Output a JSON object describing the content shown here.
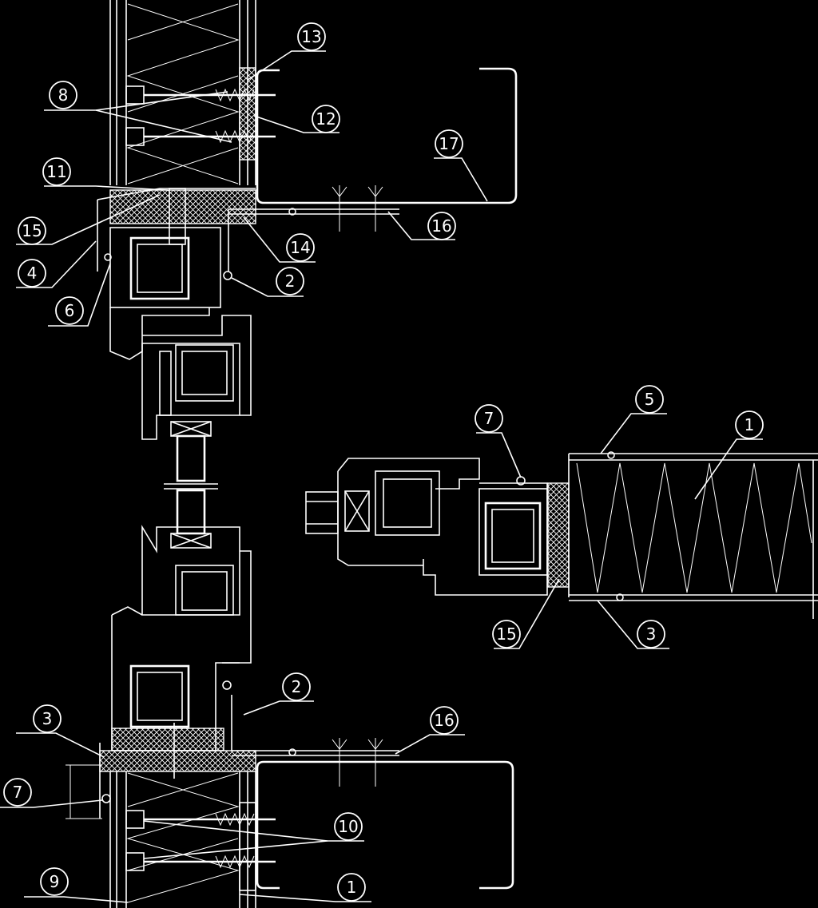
{
  "callouts": [
    {
      "id": "c13",
      "label": "13"
    },
    {
      "id": "c8",
      "label": "8"
    },
    {
      "id": "c12",
      "label": "12"
    },
    {
      "id": "c17",
      "label": "17"
    },
    {
      "id": "c11",
      "label": "11"
    },
    {
      "id": "c15a",
      "label": "15"
    },
    {
      "id": "c16a",
      "label": "16"
    },
    {
      "id": "c14",
      "label": "14"
    },
    {
      "id": "c4",
      "label": "4"
    },
    {
      "id": "c2a",
      "label": "2"
    },
    {
      "id": "c6",
      "label": "6"
    },
    {
      "id": "c5",
      "label": "5"
    },
    {
      "id": "c7a",
      "label": "7"
    },
    {
      "id": "c1a",
      "label": "1"
    },
    {
      "id": "c15b",
      "label": "15"
    },
    {
      "id": "c3a",
      "label": "3"
    },
    {
      "id": "c2b",
      "label": "2"
    },
    {
      "id": "c16b",
      "label": "16"
    },
    {
      "id": "c3b",
      "label": "3"
    },
    {
      "id": "c7b",
      "label": "7"
    },
    {
      "id": "c10",
      "label": "10"
    },
    {
      "id": "c9",
      "label": "9"
    },
    {
      "id": "c1b",
      "label": "1"
    }
  ]
}
